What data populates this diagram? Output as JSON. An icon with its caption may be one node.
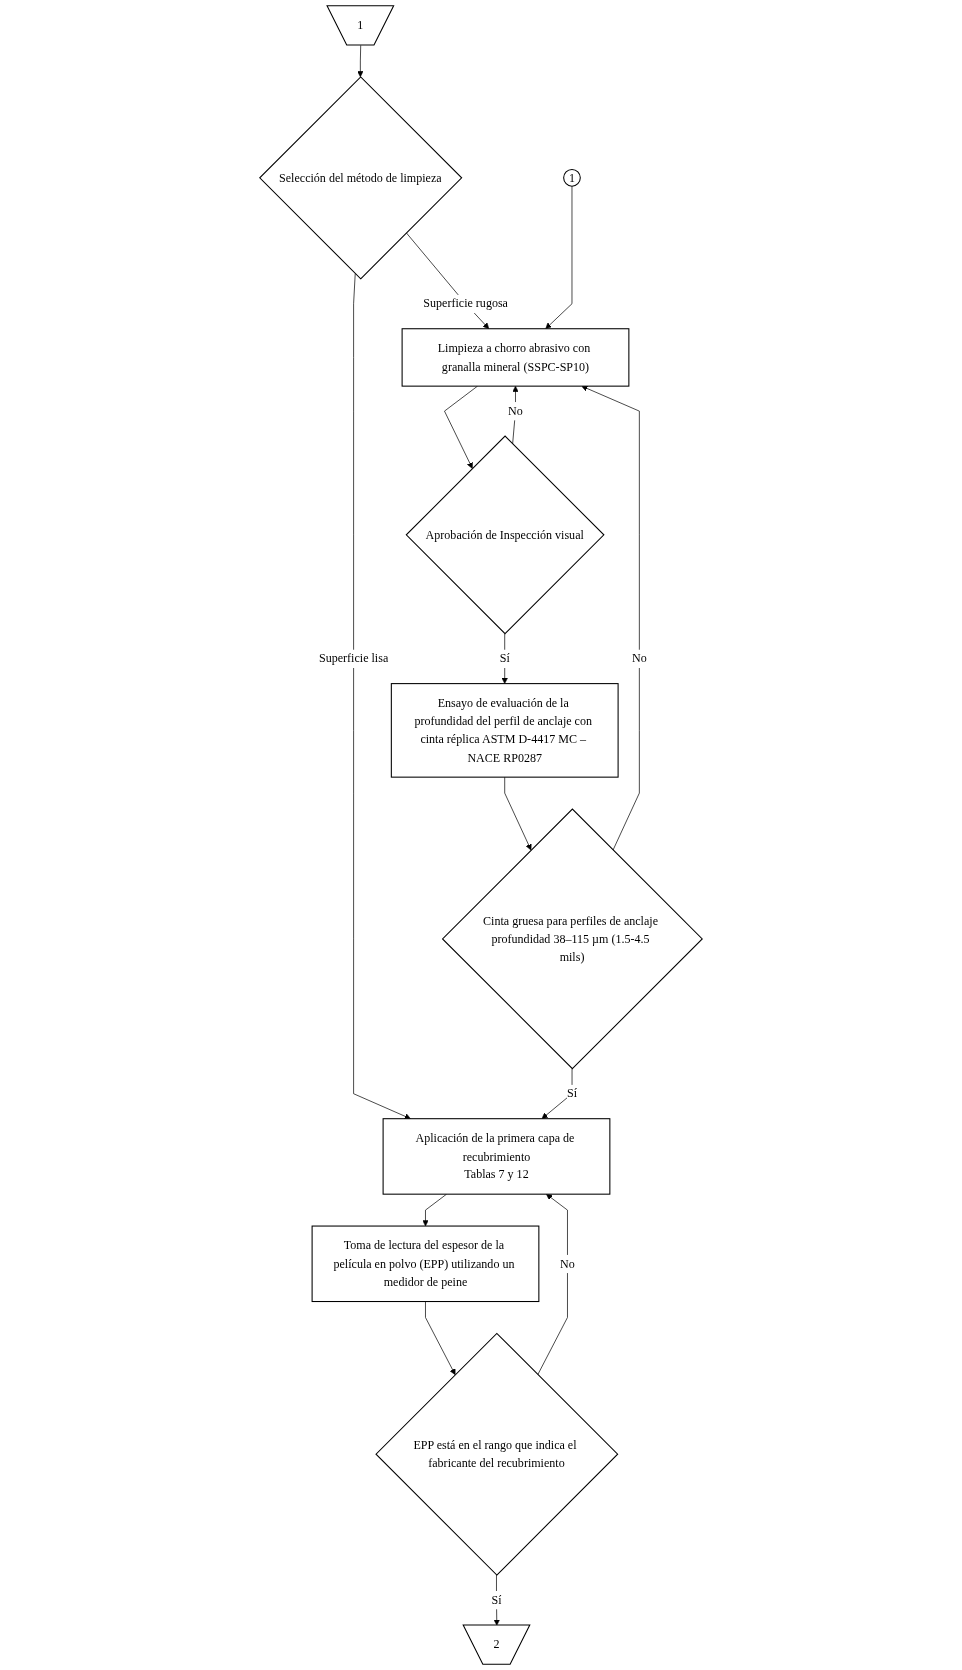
{
  "diagram": {
    "nodes": [
      {
        "text": [
          "1"
        ]
      },
      {
        "text": [
          "Selección del método de limpieza"
        ]
      },
      {
        "text": [
          "Limpieza a chorro abrasivo con granalla mineral (SSPC-SP10)"
        ]
      },
      {
        "text": [
          "1"
        ]
      },
      {
        "text": [
          "Aprobación de Inspección visual"
        ]
      },
      {
        "text": [
          "Ensayo de evaluación de la profundidad del perfil de anclaje con cinta réplica ASTM D-4417 MC – NACE RP0287"
        ]
      },
      {
        "text": [
          "Cinta gruesa para perfiles de anclaje profundidad 38–115 µm (1.5-4.5 mils)"
        ]
      },
      {
        "text": [
          "Aplicación de la primera capa de recubrimiento",
          "Tablas 7 y 12"
        ]
      },
      {
        "text": [
          "Toma de lectura del espesor de la película en polvo (EPP) utilizando un medidor de peine"
        ]
      },
      {
        "text": [
          "EPP está en el rango que indica el fabricante del recubrimiento"
        ]
      },
      {
        "text": [
          "2"
        ]
      }
    ],
    "edges": [
      {
        "from": 0,
        "to": 1,
        "arrow": "to"
      },
      {
        "from": 1,
        "to": 7,
        "arrow": "to",
        "label": "Superficie lisa"
      },
      {
        "from": 1,
        "to": 2,
        "arrow": "to",
        "label": "Superficie rugosa"
      },
      {
        "from": 3,
        "to": 2,
        "arrow": "to"
      },
      {
        "from": 2,
        "to": 4,
        "arrow": "to"
      },
      {
        "from": 4,
        "to": 2,
        "arrow": "to",
        "label": "No"
      },
      {
        "from": 4,
        "to": 5,
        "arrow": "to",
        "label": "Sí"
      },
      {
        "from": 5,
        "to": 6,
        "arrow": "to"
      },
      {
        "from": 6,
        "to": 2,
        "arrow": "to",
        "label": "No"
      },
      {
        "from": 6,
        "to": 7,
        "arrow": "to",
        "label": "Sí"
      },
      {
        "from": 7,
        "to": 8,
        "arrow": "to"
      },
      {
        "from": 8,
        "to": 9,
        "arrow": "to"
      },
      {
        "from": 9,
        "to": 7,
        "arrow": "to",
        "label": "No"
      },
      {
        "from": 9,
        "to": 10,
        "arrow": "to",
        "label": "Sí"
      }
    ]
  }
}
